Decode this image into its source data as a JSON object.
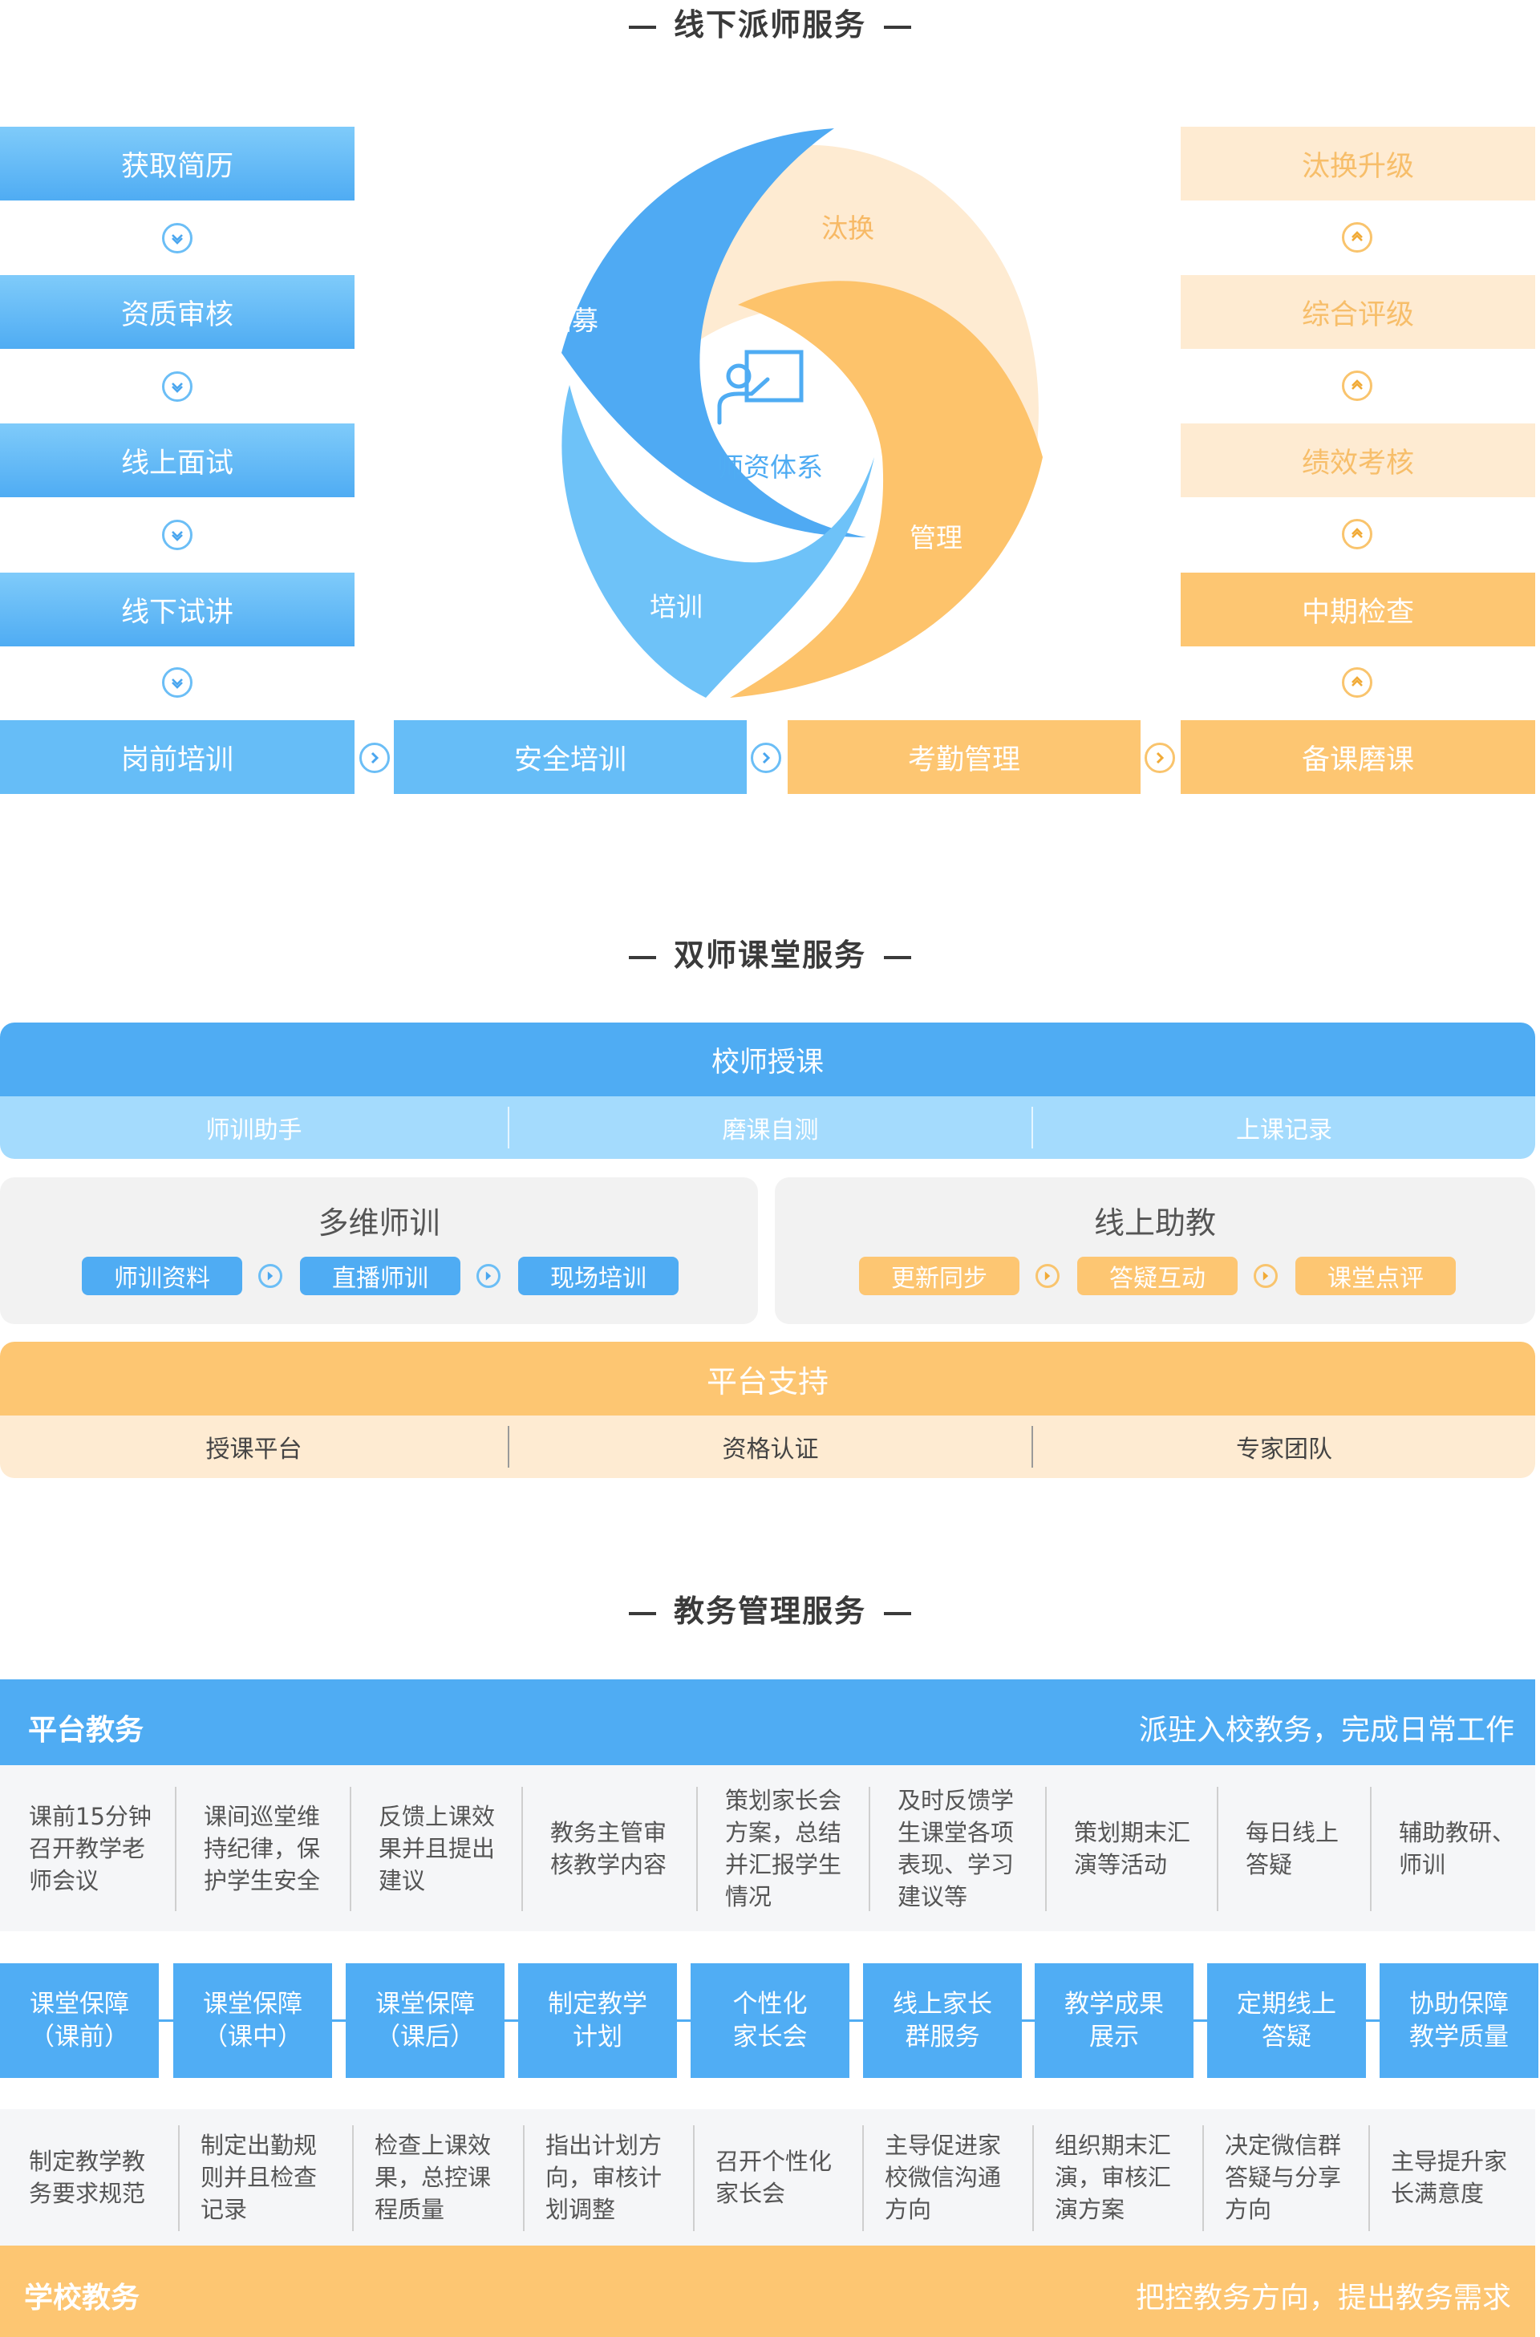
{
  "section1": {
    "title": "线下派师服务",
    "left_steps": [
      "获取简历",
      "资质审核",
      "线上面试",
      "线下试讲",
      "岗前培训"
    ],
    "bottom_steps": [
      "安全培训",
      "考勤管理"
    ],
    "right_steps": [
      "汰换升级",
      "综合评级",
      "绩效考核",
      "中期检查",
      "备课磨课"
    ],
    "cycle": {
      "center": "师资体系",
      "recruit": "招募",
      "eliminate": "汰换",
      "manage": "管理",
      "train": "培训"
    }
  },
  "section2": {
    "title": "双师课堂服务",
    "top_bar": "校师授课",
    "top_subs": [
      "师训助手",
      "磨课自测",
      "上课记录"
    ],
    "left_panel": {
      "title": "多维师训",
      "items": [
        "师训资料",
        "直播师训",
        "现场培训"
      ]
    },
    "right_panel": {
      "title": "线上助教",
      "items": [
        "更新同步",
        "答疑互动",
        "课堂点评"
      ]
    },
    "bottom_bar": "平台支持",
    "bottom_subs": [
      "授课平台",
      "资格认证",
      "专家团队"
    ]
  },
  "section3": {
    "title": "教务管理服务",
    "platform": {
      "label": "平台教务",
      "desc": "派驻入校教务，完成日常工作"
    },
    "platform_tasks": [
      [
        "课前15分钟",
        "召开教学老",
        "师会议"
      ],
      [
        "课间巡堂维",
        "持纪律，保",
        "护学生安全"
      ],
      [
        "反馈上课效",
        "果并且提出",
        "建议"
      ],
      [
        "教务主管审",
        "核教学内容"
      ],
      [
        "策划家长会",
        "方案，总结",
        "并汇报学生",
        "情况"
      ],
      [
        "及时反馈学",
        "生课堂各项",
        "表现、学习",
        "建议等"
      ],
      [
        "策划期末汇",
        "演等活动"
      ],
      [
        "每日线上",
        "答疑"
      ],
      [
        "辅助教研、",
        "师训"
      ]
    ],
    "middle": [
      [
        "课堂保障",
        "（课前）"
      ],
      [
        "课堂保障",
        "（课中）"
      ],
      [
        "课堂保障",
        "（课后）"
      ],
      [
        "制定教学",
        "计划"
      ],
      [
        "个性化",
        "家长会"
      ],
      [
        "线上家长",
        "群服务"
      ],
      [
        "教学成果",
        "展示"
      ],
      [
        "定期线上",
        "答疑"
      ],
      [
        "协助保障",
        "教学质量"
      ]
    ],
    "school_tasks": [
      [
        "制定教学教",
        "务要求规范"
      ],
      [
        "制定出勤规",
        "则并且检查",
        "记录"
      ],
      [
        "检查上课效",
        "果，总控课",
        "程质量"
      ],
      [
        "指出计划方",
        "向，审核计",
        "划调整"
      ],
      [
        "召开个性化",
        "家长会"
      ],
      [
        "主导促进家",
        "校微信沟通",
        "方向"
      ],
      [
        "组织期末汇",
        "演，审核汇",
        "演方案"
      ],
      [
        "决定微信群",
        "答疑与分享",
        "方向"
      ],
      [
        "主导提升家",
        "长满意度"
      ]
    ],
    "school": {
      "label": "学校教务",
      "desc": "把控教务方向，提出教务需求"
    }
  },
  "colors": {
    "blue": "#4facf3",
    "light_blue": "#66bdf7",
    "orange": "#fdc672",
    "cream": "#feebd2"
  }
}
